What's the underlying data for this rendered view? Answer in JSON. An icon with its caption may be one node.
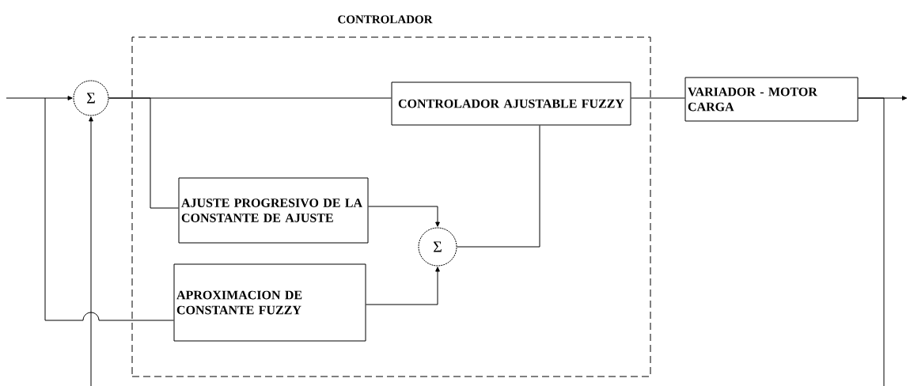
{
  "diagram": {
    "nodes": [
      {
        "text": [
          "CONTROLADOR"
        ]
      },
      {
        "text": [
          "Σ"
        ]
      },
      {
        "text": [
          "CONTROLADOR AJUSTABLE FUZZY"
        ],
        "in": 0
      },
      {
        "text": [
          "VARIADOR - MOTOR CARGA"
        ]
      },
      {
        "text": [
          "AJUSTE PROGRESIVO DE LA CONSTANTE DE AJUSTE"
        ],
        "in": 0
      },
      {
        "text": [
          "Σ"
        ],
        "in": 0
      },
      {
        "text": [
          "APROXIMACION DE CONSTANTE FUZZY"
        ],
        "in": 0
      }
    ],
    "edges": [
      {
        "from": null,
        "to": 1,
        "arrow": "to"
      },
      {
        "from": null,
        "to": 6,
        "arrow": "none"
      },
      {
        "from": 1,
        "to": 2,
        "arrow": "none"
      },
      {
        "from": 1,
        "to": 4,
        "arrow": "none"
      },
      {
        "from": 2,
        "to": 3,
        "arrow": "none"
      },
      {
        "from": 3,
        "to": null,
        "arrow": "to"
      },
      {
        "from": 3,
        "to": null,
        "arrow": "none"
      },
      {
        "from": null,
        "to": 1,
        "arrow": "to"
      },
      {
        "from": 4,
        "to": 5,
        "arrow": "to"
      },
      {
        "from": 6,
        "to": 5,
        "arrow": "to"
      },
      {
        "from": 5,
        "to": 2,
        "arrow": "none"
      }
    ]
  }
}
